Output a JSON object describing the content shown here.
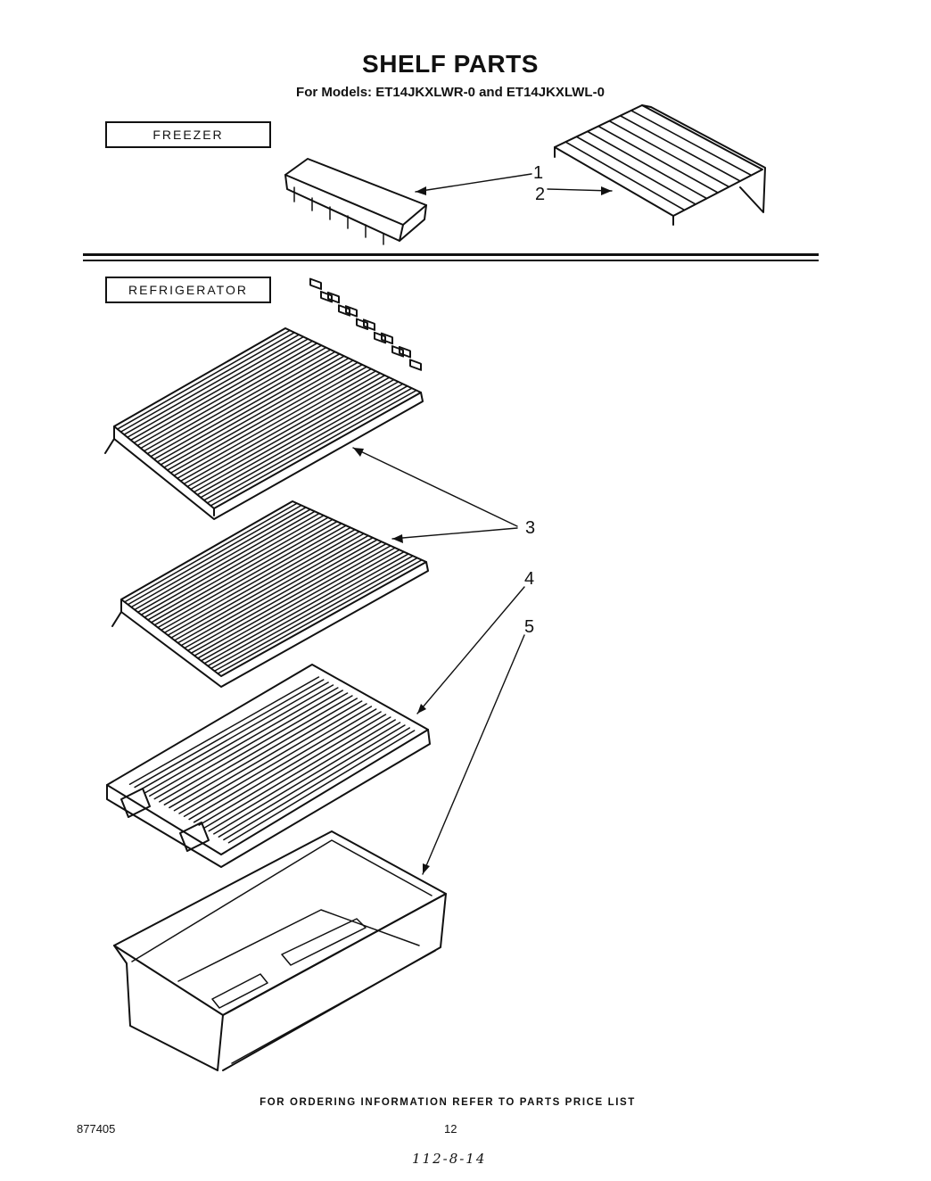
{
  "header": {
    "title": "SHELF PARTS",
    "subtitle": "For Models: ET14JKXLWR-0 and ET14JKXLWL-0"
  },
  "sections": {
    "freezer": "FREEZER",
    "refrigerator": "REFRIGERATOR"
  },
  "callouts": [
    "1",
    "2",
    "3",
    "4",
    "5"
  ],
  "footer": {
    "note": "FOR ORDERING INFORMATION REFER TO PARTS PRICE LIST",
    "doc_number": "877405",
    "page_number": "12",
    "handwritten": "112-8-14"
  }
}
